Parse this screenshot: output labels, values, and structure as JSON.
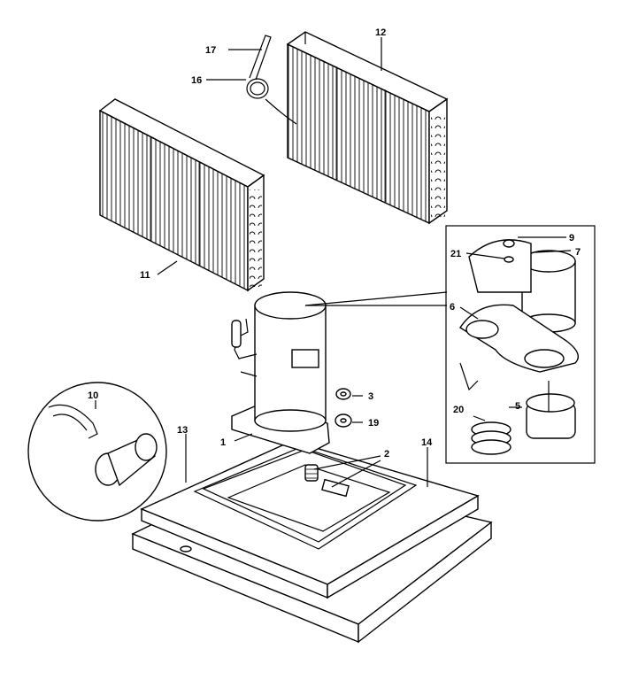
{
  "diagram": {
    "callouts": [
      {
        "id": "c1",
        "text": "1"
      },
      {
        "id": "c2",
        "text": "2"
      },
      {
        "id": "c3",
        "text": "3"
      },
      {
        "id": "c5",
        "text": "5"
      },
      {
        "id": "c6",
        "text": "6"
      },
      {
        "id": "c7",
        "text": "7"
      },
      {
        "id": "c9",
        "text": "9"
      },
      {
        "id": "c10",
        "text": "10"
      },
      {
        "id": "c11",
        "text": "11"
      },
      {
        "id": "c12",
        "text": "12"
      },
      {
        "id": "c13",
        "text": "13"
      },
      {
        "id": "c14",
        "text": "14"
      },
      {
        "id": "c16",
        "text": "16"
      },
      {
        "id": "c17",
        "text": "17"
      },
      {
        "id": "c19",
        "text": "19"
      },
      {
        "id": "c20",
        "text": "20"
      },
      {
        "id": "c21",
        "text": "21"
      }
    ]
  }
}
